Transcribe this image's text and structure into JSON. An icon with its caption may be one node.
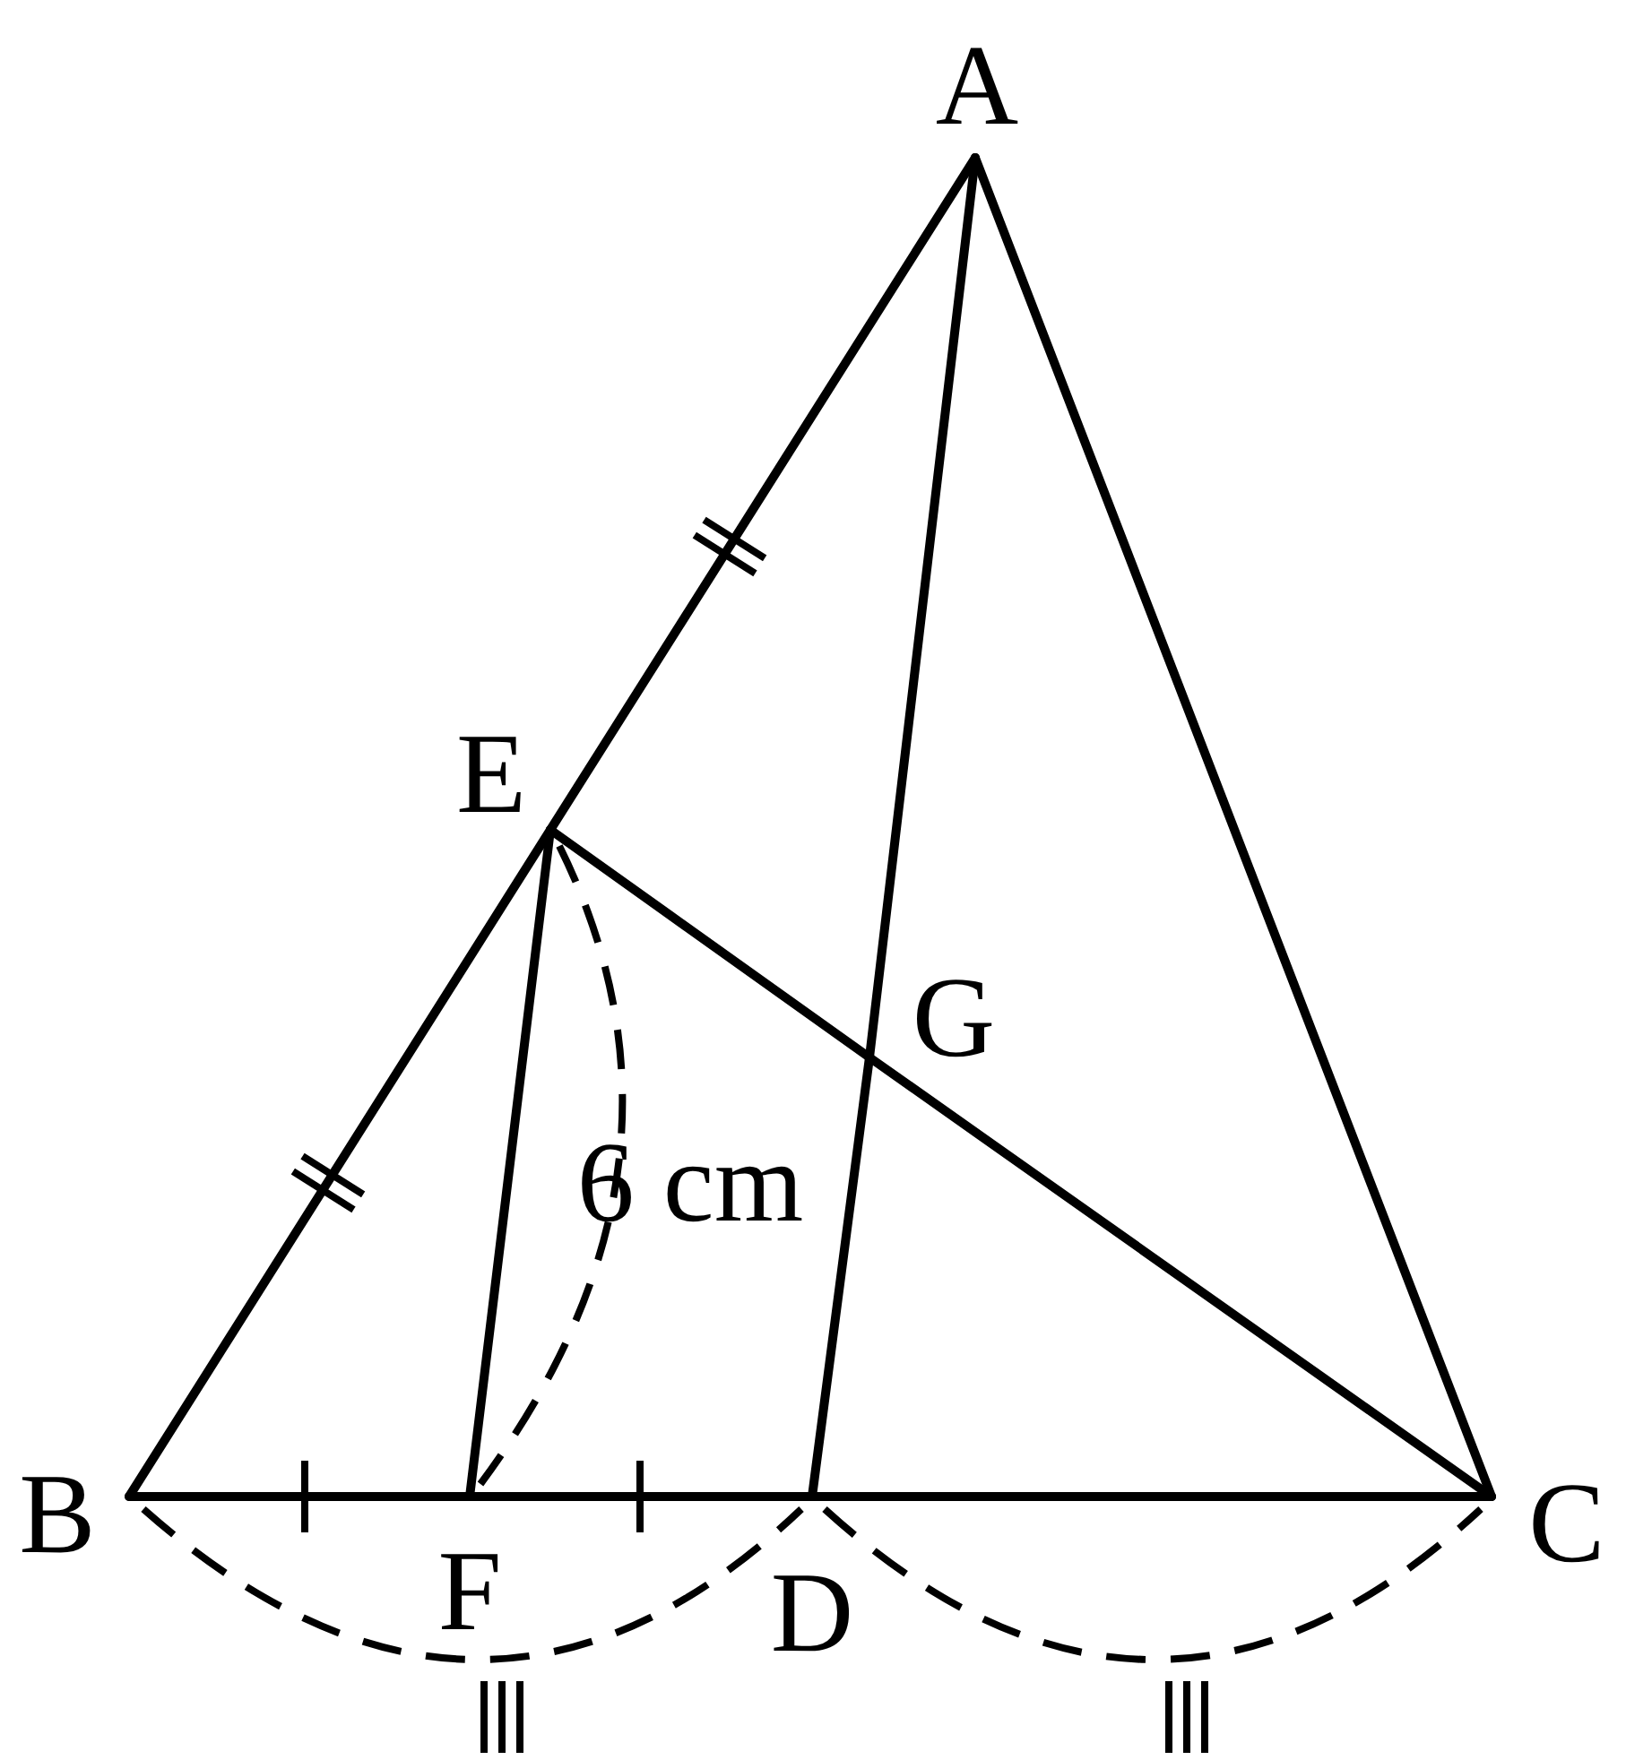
{
  "diagram": {
    "nodes": [
      {
        "text": [
          "A"
        ]
      },
      {
        "text": [
          "E"
        ]
      },
      {
        "text": [
          "G"
        ]
      },
      {
        "text": [
          "B"
        ]
      },
      {
        "text": [
          "C"
        ]
      },
      {
        "text": [
          "F"
        ]
      },
      {
        "text": [
          "D"
        ]
      }
    ],
    "edges": [
      {
        "from": 0,
        "to": 1,
        "arrow": "none"
      },
      {
        "from": 1,
        "to": 3,
        "arrow": "none"
      },
      {
        "from": 0,
        "to": 2,
        "arrow": "none"
      },
      {
        "from": 2,
        "to": 6,
        "arrow": "none"
      },
      {
        "from": 0,
        "to": 4,
        "arrow": "none"
      },
      {
        "from": 3,
        "to": 5,
        "arrow": "none"
      },
      {
        "from": 5,
        "to": 6,
        "arrow": "none"
      },
      {
        "from": 6,
        "to": 4,
        "arrow": "none"
      },
      {
        "from": 1,
        "to": 2,
        "arrow": "none"
      },
      {
        "from": 2,
        "to": 4,
        "arrow": "none"
      },
      {
        "from": 1,
        "to": 5,
        "arrow": "none"
      }
    ],
    "labels": [
      "6 cm"
    ]
  }
}
